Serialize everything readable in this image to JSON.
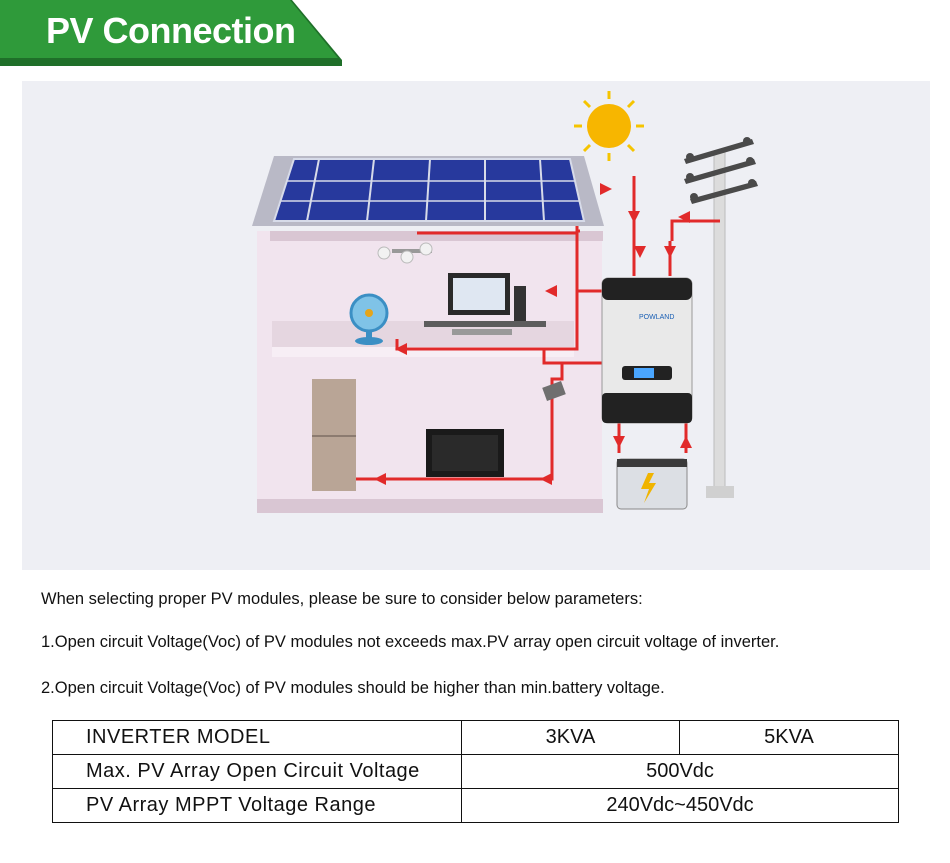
{
  "header": {
    "title": "PV Connection",
    "bg_color": "#2f9a3a",
    "shadow_color": "#1f6f29"
  },
  "illustration": {
    "brand_logo": "POWLAND",
    "icons": [
      "sun-icon",
      "solar-panel-icon",
      "power-pole-icon",
      "inverter-icon",
      "battery-icon",
      "ceiling-light-icon",
      "desktop-computer-icon",
      "fan-icon",
      "refrigerator-icon",
      "television-icon",
      "breaker-icon"
    ],
    "wire_color": "#e12a2a",
    "panel_color": "#2a3fa3"
  },
  "intro": {
    "lead": "When selecting proper PV modules, please be sure to consider below parameters:",
    "point1": "1.Open circuit Voltage(Voc) of PV modules not exceeds max.PV array open circuit voltage of inverter.",
    "point2": "2.Open circuit Voltage(Voc) of PV modules should be higher than min.battery voltage."
  },
  "spec_table": {
    "header": {
      "label": "INVERTER MODEL",
      "col1": "3KVA",
      "col2": "5KVA"
    },
    "rows": [
      {
        "label": "Max. PV Array Open Circuit Voltage",
        "value": "500Vdc"
      },
      {
        "label": "PV Array MPPT Voltage Range",
        "value": "240Vdc~450Vdc"
      }
    ]
  }
}
